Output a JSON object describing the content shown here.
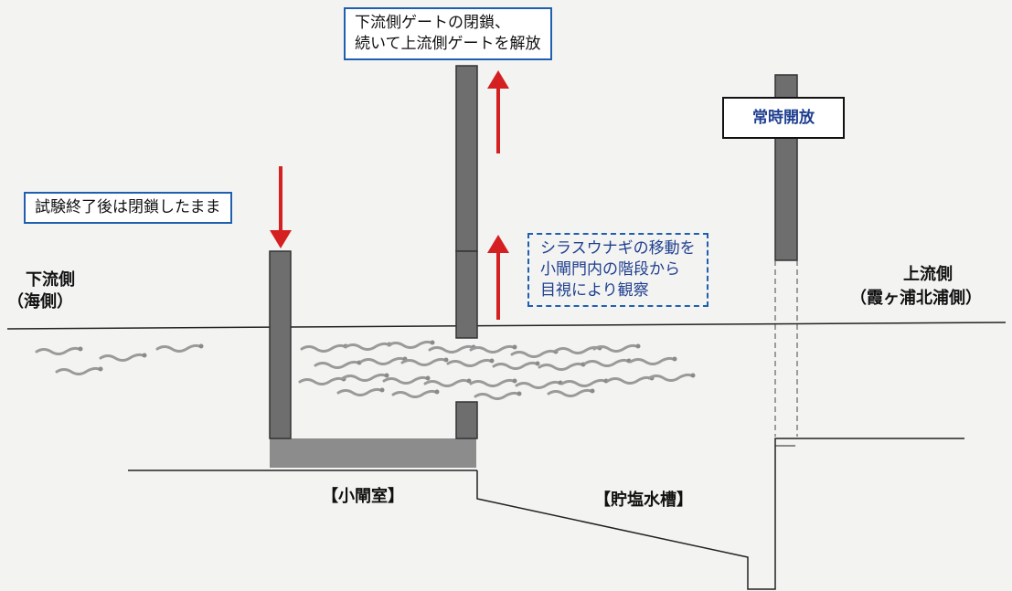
{
  "labels": {
    "downstream": "下流側",
    "downstream_sub": "（海側）",
    "upstream": "上流側",
    "upstream_sub": "（霞ヶ浦北浦側）",
    "small_lock_room": "【小閘室】",
    "salt_tank": "【貯塩水槽】"
  },
  "callouts": {
    "test_end": "試験終了後は閉鎖したまま",
    "gate_sequence_line1": "下流側ゲートの閉鎖、",
    "gate_sequence_line2": "続いて上流側ゲートを解放",
    "always_open": "常時開放",
    "observe_line1": "シラスウナギの移動を",
    "observe_line2": "小閘門内の階段から",
    "observe_line3": "目視により観察"
  },
  "colors": {
    "gate": "#6e6e6e",
    "gate_border": "#333333",
    "floor": "#8c8c8c",
    "arrow": "#d42020",
    "blue_border": "#1f5fb0",
    "line": "#222222"
  }
}
